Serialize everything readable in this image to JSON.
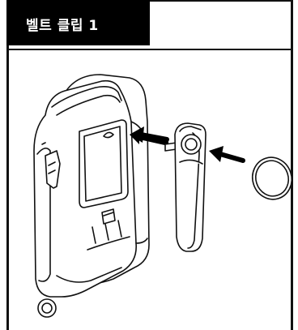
{
  "section": {
    "title": "벨트 클립 1"
  },
  "illustration": {
    "subject": "printer-belt-clip-installation",
    "parts": [
      "printer",
      "belt-clip",
      "clip-cover-disc"
    ],
    "arrow_color": "#000000",
    "line_color": "#111111",
    "fill_color": "#ffffff"
  }
}
